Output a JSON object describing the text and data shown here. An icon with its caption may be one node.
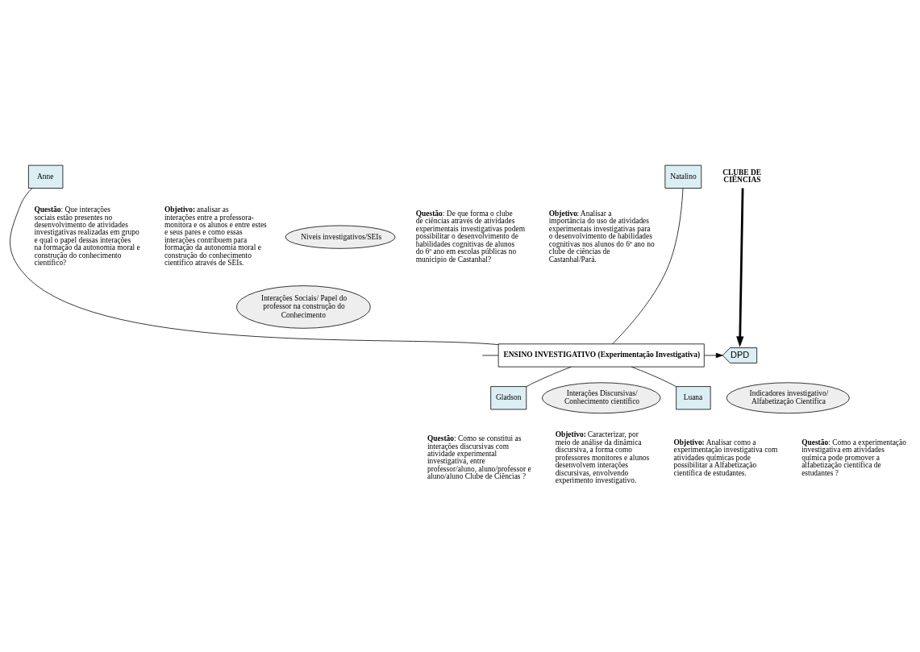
{
  "diagram": {
    "nodes": [
      {
        "text": [
          "Anne"
        ]
      },
      {
        "text": [
          "Natalino"
        ]
      },
      {
        "text": [
          "Gladson"
        ]
      },
      {
        "text": [
          "Luana"
        ]
      },
      {
        "text": [
          "ENSINO INVESTIGATIVO (Experimentação Investigativa)"
        ]
      },
      {
        "text": [
          "DPD"
        ]
      },
      {
        "text": [
          "Interações Sociais/ Papel do professor na construção do Conhecimento"
        ]
      },
      {
        "text": [
          "Niveis investigativos/SEIs"
        ]
      },
      {
        "text": [
          "Interações Discursivas/ Conhecimento científico"
        ]
      },
      {
        "text": [
          "Indicadores investigativo/ Alfabetização Científica"
        ]
      },
      {
        "text": [
          "CLUBE DE CIÊNCIAS"
        ]
      }
    ],
    "edges": [
      {
        "from": 0,
        "to": 4,
        "arrow": "none"
      },
      {
        "from": 1,
        "to": 4,
        "arrow": "none"
      },
      {
        "from": 2,
        "to": 4,
        "arrow": "none"
      },
      {
        "from": 3,
        "to": 4,
        "arrow": "none"
      },
      {
        "from": null,
        "to": 4,
        "arrow": "none"
      },
      {
        "from": 4,
        "to": 5,
        "arrow": "to"
      },
      {
        "from": 10,
        "to": 5,
        "arrow": "to",
        "style": "thick"
      }
    ],
    "labels": [
      "**Questão**: Que interações sociais estão presentes no desenvolvimento de atividades investigativas realizadas em grupo e qual o papel dessas interações na formação da autonomia moral e construção do conhecimento científico?",
      "**Objetivo:** analisar as interações entre a professora-monitora e os alunos e entre estes e seus pares e como essas interações contribuem para formação da autonomia moral e construção do conhecimento científico através de SEIs.",
      "**Questão**: De que forma o clube de ciências através de atividades experimentais investigativas podem possibilitar o desenvolvimento de habilidades cognitivas de alunos do 6º ano em escolas públicas no municipio de Castanhal?",
      "**Objetivo**: Analisar a importância do uso de atividades experimentais investigativas para o desenvolvimento de habilidades cognitivas nos alunos do 6º ano no clube de ciências de Castanhal/Pará.",
      "**Questão**: Como se constitui as interações discursivas com atividade experimental investigativa, entre professor/aluno, aluno/professor e aluno/aluno Clube de Ciências ?",
      "**Objetivo:** Caracterizar, por meio de análise da dinâmica discursiva, a forma como professores monitores e alunos desenvolvem interações discursivas, envolvendo experimento investigativo.",
      "**Objetivo:** Analisar como a experimentação investigativa com atividades químicas pode possibilitar a Alfabetização científica de estudantes.",
      "**Questão**: Como a experimentação investigativa em atividades química pode promover a alfabetização científica de estudantes ?"
    ]
  }
}
